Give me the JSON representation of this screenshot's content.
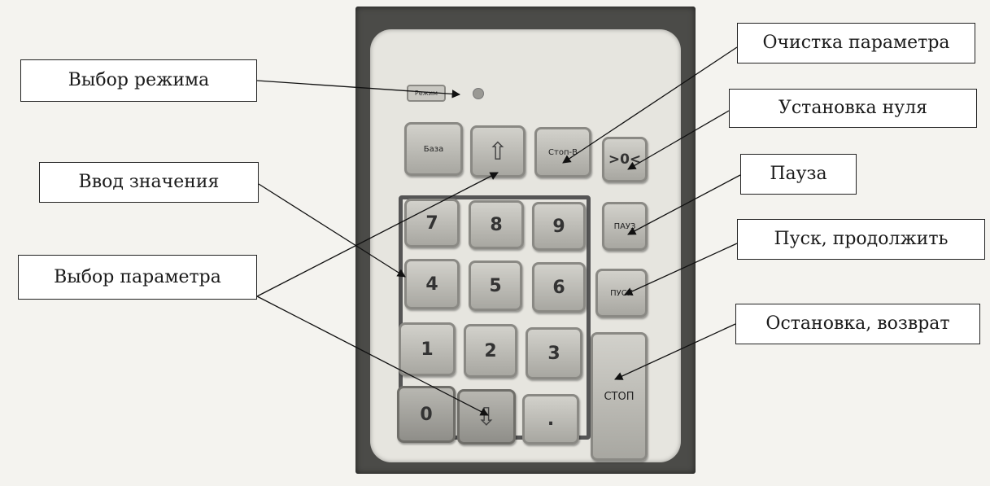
{
  "device": {
    "mode_key_label": "Режим",
    "keys": {
      "baza": "База",
      "up": "⇧",
      "clear": "Стоп-В",
      "zero": ">0<",
      "n7": "7",
      "n8": "8",
      "n9": "9",
      "pause": "ПАУЗ",
      "n4": "4",
      "n5": "5",
      "n6": "6",
      "start": "ПУСК",
      "n1": "1",
      "n2": "2",
      "n3": "3",
      "stop": "СТОП",
      "n0": "0",
      "down": "⇩",
      "dot": "."
    }
  },
  "callouts": {
    "mode_select": "Выбор режима",
    "value_input": "Ввод значения",
    "param_select": "Выбор параметра",
    "param_clear": "Очистка параметра",
    "set_zero": "Установка нуля",
    "pause": "Пауза",
    "start_continue": "Пуск, продолжить",
    "stop_return": "Остановка, возврат"
  }
}
